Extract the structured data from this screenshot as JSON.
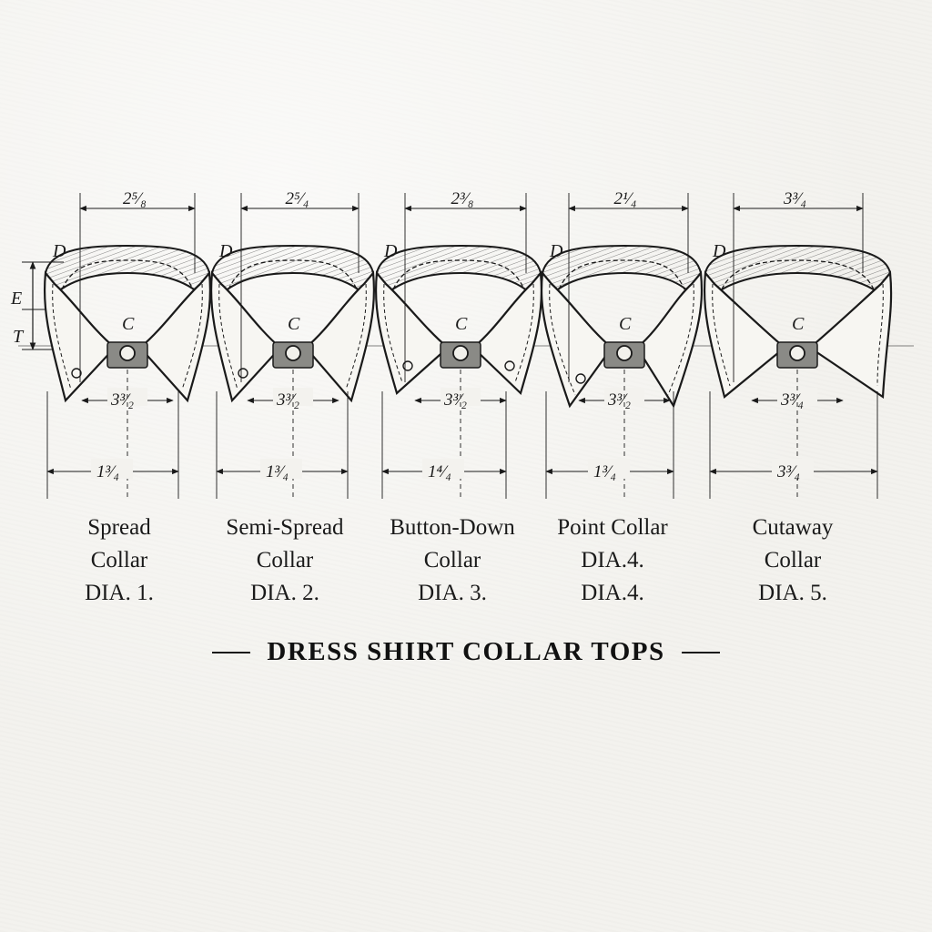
{
  "title": "DRESS SHIRT COLLAR TOPS",
  "side_labels": [
    "E",
    "T"
  ],
  "collars": [
    {
      "name_line1": "Spread",
      "name_line2": "Collar",
      "dia": "DIA. 1.",
      "top_dim": "2⁵⁄₈",
      "mid_dim": "3³⁄₂",
      "bottom_dim": "1³⁄₄",
      "point_label": "D",
      "center_label": "C"
    },
    {
      "name_line1": "Semi-Spread",
      "name_line2": "Collar",
      "dia": "DIA. 2.",
      "top_dim": "2⁵⁄₄",
      "mid_dim": "3³⁄₂",
      "bottom_dim": "1³⁄₄",
      "point_label": "D",
      "center_label": "C"
    },
    {
      "name_line1": "Button-Down",
      "name_line2": "Collar",
      "dia": "DIA. 3.",
      "top_dim": "2³⁄₈",
      "mid_dim": "3³⁄₂",
      "bottom_dim": "1⁴⁄₄",
      "point_label": "D",
      "center_label": "C"
    },
    {
      "name_line1": "Point Collar",
      "name_line2": "DIA.4.",
      "dia": "DIA.4.",
      "top_dim": "2¹⁄₄",
      "mid_dim": "3³⁄₂",
      "bottom_dim": "1³⁄₄",
      "point_label": "D",
      "center_label": "C"
    },
    {
      "name_line1": "Cutaway",
      "name_line2": "Collar",
      "dia": "DIA. 5.",
      "top_dim": "3³⁄₄",
      "mid_dim": "3³⁄₄",
      "bottom_dim": "3³⁄₄",
      "point_label": "D",
      "center_label": "C"
    }
  ]
}
